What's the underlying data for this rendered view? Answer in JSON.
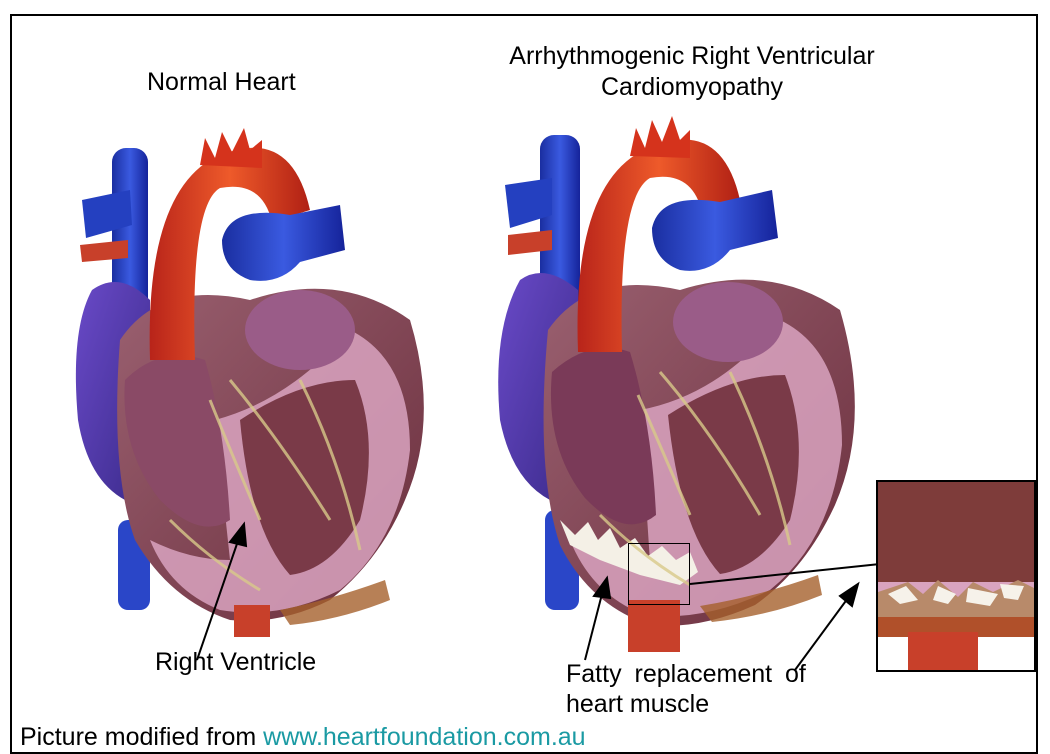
{
  "labels": {
    "normal_heart": "Normal Heart",
    "arvc_title_line1": "Arrhythmogenic Right Ventricular",
    "arvc_title_line2": "Cardiomyopathy",
    "right_ventricle": "Right Ventricle",
    "fatty_line1": "Fatty replacement of",
    "fatty_line2": "heart muscle",
    "credit_prefix": "Picture modified from",
    "credit_link": "www.heartfoundation.com.au"
  },
  "colors": {
    "aorta": "#d5331c",
    "vein_blue": "#1e3cc0",
    "muscle": "#7a3a40",
    "chamber": "#8a4a66",
    "septum_pink": "#d9a3bf",
    "fat": "#f4f0e6",
    "link": "#1a9aa3"
  }
}
